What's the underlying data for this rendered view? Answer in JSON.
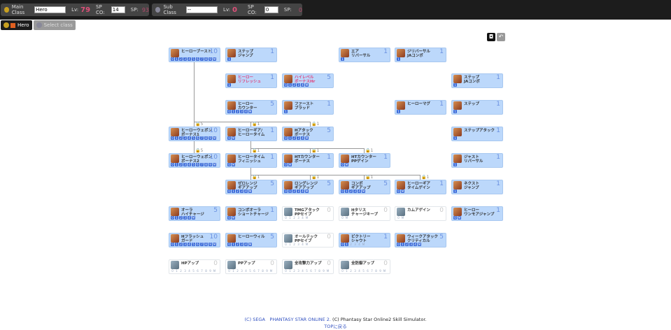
{
  "main_class": {
    "label": "Main Class",
    "value": "Hero",
    "lv_label": "Lv:",
    "lv": "79",
    "spco_label": "SP CO:",
    "spco": "14",
    "sp_label": "SP:",
    "sp": "93"
  },
  "sub_class": {
    "label": "Sub  Class",
    "value": "--",
    "lv_label": "Lv:",
    "lv": "0",
    "spco_label": "SP CO:",
    "spco": "0",
    "sp_label": "SP:",
    "sp": "0"
  },
  "tabs": [
    {
      "label": "Hero",
      "active": true
    },
    {
      "label": "Select class",
      "active": false
    }
  ],
  "tools": [
    {
      "icon": "camera-icon"
    },
    {
      "icon": "undo-icon"
    }
  ],
  "rows": [
    [
      {
        "name": "ヒーローブースト",
        "max": "10",
        "lv": 10,
        "pips": [
          "0",
          "1",
          "2",
          "3",
          "4",
          "5",
          "6",
          "7",
          "8",
          "9",
          "M"
        ]
      },
      {
        "name": "ステップ\nジャンプ",
        "max": "1",
        "lv": 1,
        "pips": [
          "1"
        ]
      },
      null,
      {
        "name": "エア\nリバーサル",
        "max": "1",
        "lv": 1,
        "pips": [
          "1"
        ]
      },
      {
        "name": "ジリバーサル\nJAコンボ",
        "max": "1",
        "lv": 1,
        "pips": [
          "1"
        ]
      },
      null
    ],
    [
      null,
      {
        "name": "ヒーロー\nリフレッシュ",
        "max": "1",
        "lv": 1,
        "pips": [
          "1"
        ],
        "pink": true
      },
      {
        "name": "ハイレベル\nボーナスHr",
        "max": "5",
        "lv": 5,
        "pips": [
          "0",
          "1",
          "2",
          "3",
          "4",
          "M"
        ],
        "pink": true
      },
      null,
      null,
      {
        "name": "ステップ\nJAコンボ",
        "max": "1",
        "lv": 1,
        "pips": [
          "1"
        ]
      }
    ],
    [
      null,
      {
        "name": "ヒーロー\nカウンター",
        "max": "5",
        "lv": 5,
        "pips": [
          "0",
          "1",
          "2",
          "3",
          "4",
          "M"
        ]
      },
      {
        "name": "ファースト\nブラッド",
        "max": "1",
        "lv": 1,
        "pips": [
          "1"
        ]
      },
      null,
      {
        "name": "ヒーローマグ",
        "max": "1",
        "lv": 1,
        "pips": [
          "1"
        ]
      },
      {
        "name": "ステップ",
        "max": "1",
        "lv": 1,
        "pips": [
          "1"
        ]
      }
    ],
    [
      {
        "name": "ヒーローウェポン\nボーナス1",
        "max": "10",
        "lv": 10,
        "pips": [
          "0",
          "1",
          "2",
          "3",
          "4",
          "5",
          "6",
          "7",
          "8",
          "9",
          "M"
        ]
      },
      {
        "name": "ヒーローギア/\nヒーロータイム",
        "max": "1",
        "lv": 1,
        "pips": [
          "0",
          "M"
        ]
      },
      {
        "name": "Hアタック\nボーナス",
        "max": "5",
        "lv": 5,
        "pips": [
          "0",
          "1",
          "2",
          "3",
          "4",
          "M"
        ]
      },
      null,
      null,
      {
        "name": "ステップアタック",
        "max": "1",
        "lv": 1,
        "pips": [
          "1"
        ]
      }
    ],
    [
      {
        "name": "ヒーローウェポン\nボーナス2",
        "max": "10",
        "lv": 10,
        "pips": [
          "0",
          "1",
          "2",
          "3",
          "4",
          "5",
          "6",
          "7",
          "8",
          "9",
          "M"
        ]
      },
      {
        "name": "ヒーロータイム\nフィニッシュ",
        "max": "1",
        "lv": 1,
        "pips": [
          "0",
          "M"
        ]
      },
      {
        "name": "HTカウンター\nボーナス",
        "max": "1",
        "lv": 1,
        "pips": [
          "0",
          "M"
        ]
      },
      {
        "name": "HTカウンター\nPPゲイン",
        "max": "1",
        "lv": 1,
        "pips": [
          "0",
          "M"
        ]
      },
      null,
      {
        "name": "ジャスト\nリバーサル",
        "max": "1",
        "lv": 1,
        "pips": [
          "1"
        ]
      }
    ],
    [
      null,
      {
        "name": "ゼロレンジ\nギアアップ",
        "max": "5",
        "lv": 5,
        "pips": [
          "0",
          "1",
          "2",
          "3",
          "4",
          "M"
        ]
      },
      {
        "name": "ロングレンジ\nギアアップ",
        "max": "5",
        "lv": 5,
        "pips": [
          "0",
          "1",
          "2",
          "3",
          "4",
          "M"
        ]
      },
      {
        "name": "コンボ\nギアアップ",
        "max": "5",
        "lv": 5,
        "pips": [
          "0",
          "1",
          "2",
          "3",
          "4",
          "M"
        ]
      },
      {
        "name": "ヒーローギア\nタイムゲイン",
        "max": "1",
        "lv": 1,
        "pips": [
          "0",
          "M"
        ]
      },
      {
        "name": "ネクスト\nジャンプ",
        "max": "1",
        "lv": 1,
        "pips": [
          "1"
        ]
      }
    ],
    [
      {
        "name": "オーラ\nハイチャージ",
        "max": "5",
        "lv": 5,
        "pips": [
          "0",
          "1",
          "2",
          "3",
          "4",
          "M"
        ]
      },
      {
        "name": "コンボオーラ\nショートチャージ",
        "max": "1",
        "lv": 1,
        "pips": [
          "0",
          "M"
        ]
      },
      {
        "name": "TMGアタック\nPPセイブ",
        "max": "0",
        "lv": 0,
        "pips": [
          "0",
          "1",
          "2",
          "3",
          "4",
          "M"
        ],
        "off": true
      },
      {
        "name": "Hタリス\nチャージキープ",
        "max": "0",
        "lv": 0,
        "pips": [
          "0",
          "M"
        ],
        "off": true
      },
      {
        "name": "カムアゲイン",
        "max": "0",
        "lv": 0,
        "pips": [
          "0",
          "M"
        ],
        "off": true
      },
      {
        "name": "ヒーロー\nワンモアジャンプ",
        "max": "1",
        "lv": 1,
        "pips": [
          "0",
          "M"
        ]
      }
    ],
    [
      {
        "name": "Hフラッシュ\nガード",
        "max": "10",
        "lv": 10,
        "pips": [
          "0",
          "1",
          "2",
          "3",
          "4",
          "5",
          "6",
          "7",
          "8",
          "9",
          "M"
        ]
      },
      {
        "name": "ヒーローウィル",
        "max": "5",
        "lv": 5,
        "pips": [
          "0",
          "1",
          "2",
          "3",
          "4",
          "M"
        ]
      },
      {
        "name": "オールテック\nPPセイブ",
        "max": "0",
        "lv": 0,
        "pips": [
          "0",
          "1",
          "2",
          "3",
          "4",
          "M"
        ],
        "off": true
      },
      {
        "name": "ビクトリー\nシャウト",
        "max": "1",
        "lv": 1,
        "pips": [
          "0",
          "1",
          "2",
          "3",
          "4",
          "M"
        ],
        "partial": true
      },
      {
        "name": "ウィークアタック\nクリティカル",
        "max": "5",
        "lv": 5,
        "pips": [
          "0",
          "1",
          "2",
          "3",
          "4",
          "M"
        ]
      },
      null
    ],
    [
      {
        "name": "HPアップ",
        "max": "0",
        "lv": 0,
        "pips": [
          "0",
          "1",
          "2",
          "3",
          "4",
          "5",
          "6",
          "7",
          "8",
          "9",
          "M"
        ],
        "off": true
      },
      {
        "name": "PPアップ",
        "max": "0",
        "lv": 0,
        "pips": [
          "0",
          "1",
          "2",
          "3",
          "4",
          "5",
          "6",
          "7",
          "8",
          "9",
          "M"
        ],
        "off": true
      },
      {
        "name": "全攻撃力アップ",
        "max": "0",
        "lv": 0,
        "pips": [
          "0",
          "1",
          "2",
          "3",
          "4",
          "5",
          "6",
          "7",
          "8",
          "9",
          "M"
        ],
        "off": true
      },
      {
        "name": "全防御アップ",
        "max": "0",
        "lv": 0,
        "pips": [
          "0",
          "1",
          "2",
          "3",
          "4",
          "5",
          "6",
          "7",
          "8",
          "9",
          "M"
        ],
        "off": true
      },
      null,
      null
    ]
  ],
  "locks": [
    {
      "text": "5"
    },
    {
      "text": "1"
    },
    {
      "text": "1"
    },
    {
      "text": "5"
    },
    {
      "text": "1"
    },
    {
      "text": "1"
    },
    {
      "text": "1"
    },
    {
      "text": "1"
    },
    {
      "text": "1"
    },
    {
      "text": "1"
    },
    {
      "text": "1"
    }
  ],
  "footer": {
    "copyright_sega": "(C) SEGA　PHANTASY STAR ONLINE 2.",
    "copyright_sim": " (C) Phantasy Star Online2 Skill Simulator.",
    "top_link": "TOPに戻る"
  }
}
